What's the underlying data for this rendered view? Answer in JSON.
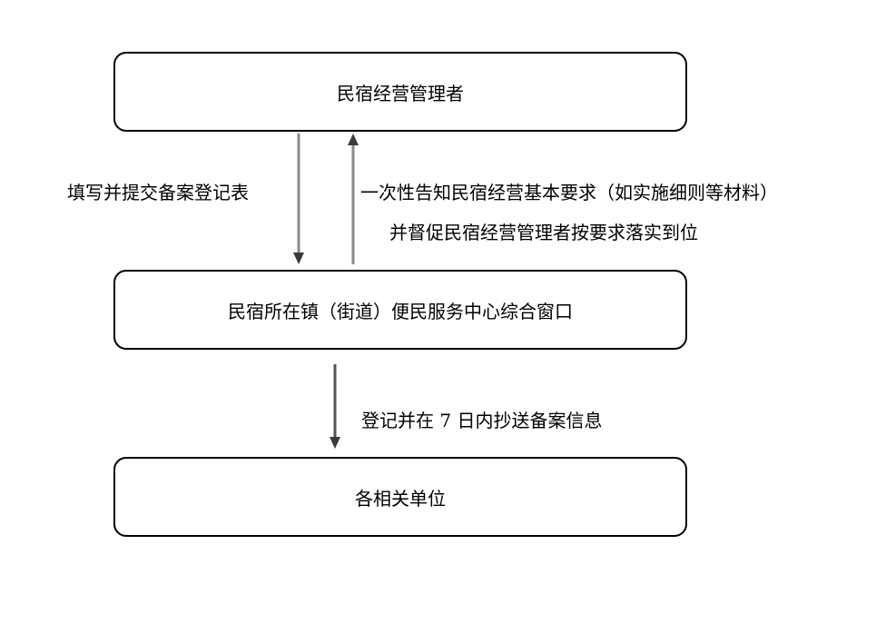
{
  "nodes": {
    "operator": "民宿经营管理者",
    "window": "民宿所在镇（街道）便民服务中心综合窗口",
    "units": "各相关单位"
  },
  "edges": {
    "submit": "填写并提交备案登记表",
    "inform_line1": "一次性告知民宿经营基本要求（如实施细则等材料）",
    "inform_line2": "并督促民宿经营管理者按要求落实到位",
    "cc": "登记并在 7 日内抄送备案信息"
  },
  "colors": {
    "box_border": "#000000",
    "arrow_dark": "#3a3a3a",
    "arrow_light": "#8a8a8a"
  }
}
